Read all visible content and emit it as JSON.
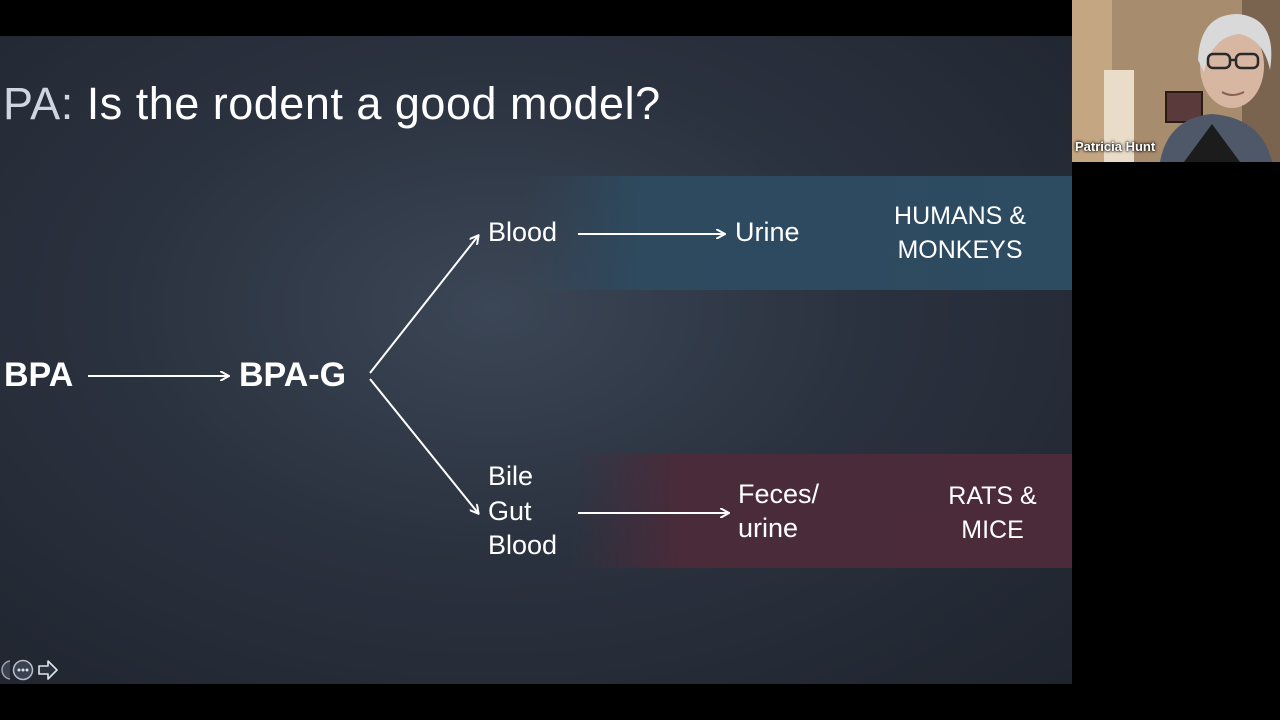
{
  "slide": {
    "title_prefix": "PA:",
    "title_rest": " Is the rodent a good model?",
    "nodes": {
      "bpa": "BPA",
      "bpa_g": "BPA-G",
      "blood_top": "Blood",
      "urine": "Urine",
      "bile": "Bile",
      "gut": "Gut",
      "blood_bottom": "Blood",
      "feces_line1": "Feces/",
      "feces_line2": "urine"
    },
    "labels": {
      "humans_line1": "HUMANS &",
      "humans_line2": "MONKEYS",
      "rats_line1": "RATS &",
      "rats_line2": "MICE"
    },
    "colors": {
      "top_band": "#2d4b61",
      "bottom_band": "#4b2b3a",
      "background": "#2b323f"
    }
  },
  "participant": {
    "name": "Patricia Hunt"
  },
  "nav": {
    "icons": [
      "previous-slide-icon",
      "more-options-icon",
      "next-slide-icon"
    ]
  }
}
